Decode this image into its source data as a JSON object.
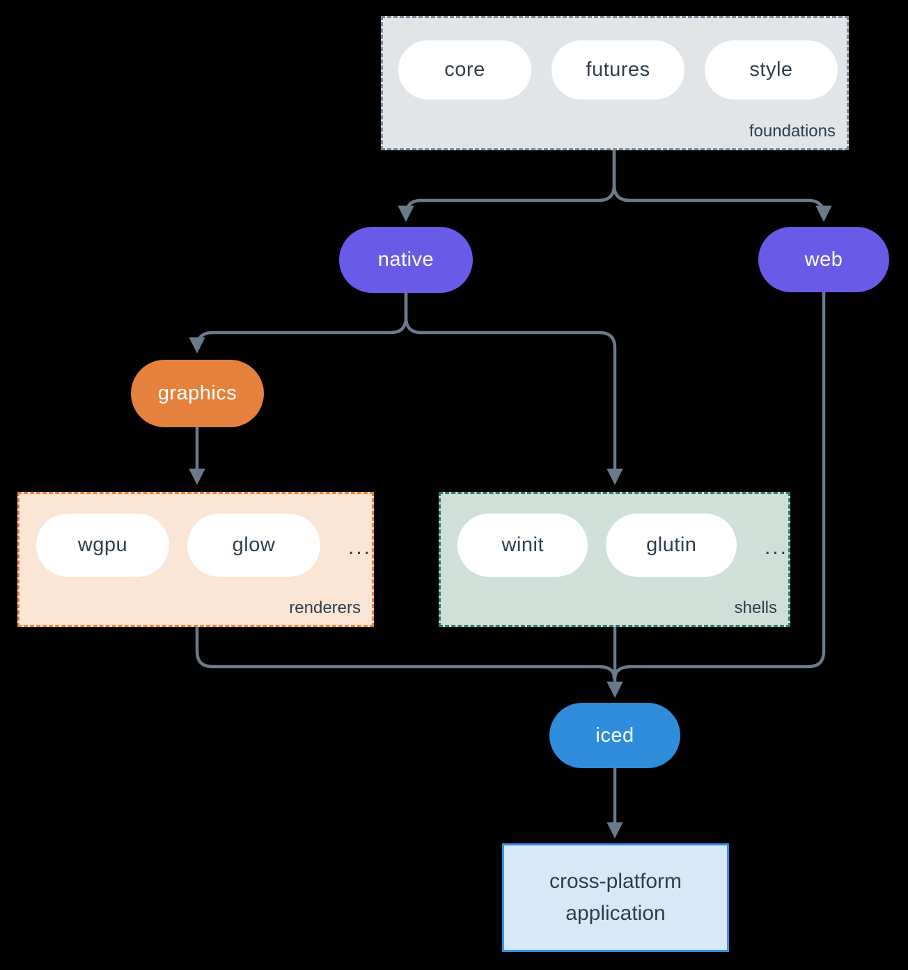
{
  "colors": {
    "background": "#000000",
    "line": "#6b7a8b",
    "node_text_dark": "#2f3e4e",
    "pill_white": "#ffffff",
    "purple": "#6a5ae8",
    "orange": "#e5813d",
    "orange_fill": "#fbe5d4",
    "teal_border": "#2e7d6d",
    "teal_fill": "#cfe0d9",
    "blue": "#2e8cdb",
    "blue_border": "#3b8edd",
    "blue_fill": "#d7e8f8",
    "gray_fill": "#e1e5e8",
    "gray_border": "#7b8896"
  },
  "groups": {
    "foundations": {
      "label": "foundations",
      "items": [
        "core",
        "futures",
        "style"
      ]
    },
    "renderers": {
      "label": "renderers",
      "items": [
        "wgpu",
        "glow"
      ],
      "ellipsis": "..."
    },
    "shells": {
      "label": "shells",
      "items": [
        "winit",
        "glutin"
      ],
      "ellipsis": "..."
    }
  },
  "nodes": {
    "native": "native",
    "web": "web",
    "graphics": "graphics",
    "iced": "iced",
    "application": "cross-platform application"
  }
}
